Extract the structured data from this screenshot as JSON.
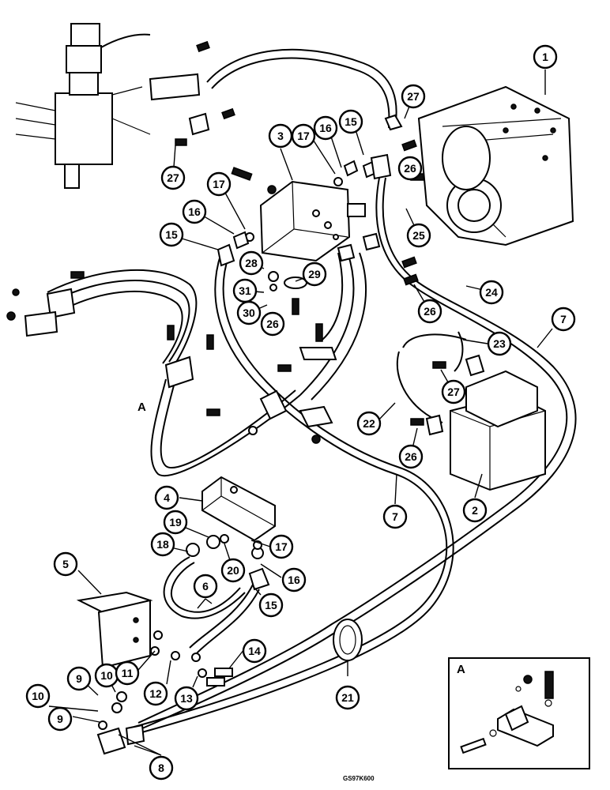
{
  "diagram": {
    "reference_code": "GS97K600",
    "inset_label": "A",
    "group_label": "A",
    "callouts": [
      {
        "id": "c1",
        "label": "1"
      },
      {
        "id": "c2",
        "label": "2"
      },
      {
        "id": "c3",
        "label": "3"
      },
      {
        "id": "c4",
        "label": "4"
      },
      {
        "id": "c5",
        "label": "5"
      },
      {
        "id": "c6",
        "label": "6"
      },
      {
        "id": "c7a",
        "label": "7"
      },
      {
        "id": "c7b",
        "label": "7"
      },
      {
        "id": "c8",
        "label": "8"
      },
      {
        "id": "c9a",
        "label": "9"
      },
      {
        "id": "c9b",
        "label": "9"
      },
      {
        "id": "c10a",
        "label": "10"
      },
      {
        "id": "c10b",
        "label": "10"
      },
      {
        "id": "c11",
        "label": "11"
      },
      {
        "id": "c12",
        "label": "12"
      },
      {
        "id": "c13",
        "label": "13"
      },
      {
        "id": "c14",
        "label": "14"
      },
      {
        "id": "c15a",
        "label": "15"
      },
      {
        "id": "c15b",
        "label": "15"
      },
      {
        "id": "c15c",
        "label": "15"
      },
      {
        "id": "c16a",
        "label": "16"
      },
      {
        "id": "c16b",
        "label": "16"
      },
      {
        "id": "c16c",
        "label": "16"
      },
      {
        "id": "c17a",
        "label": "17"
      },
      {
        "id": "c17b",
        "label": "17"
      },
      {
        "id": "c17c",
        "label": "17"
      },
      {
        "id": "c18",
        "label": "18"
      },
      {
        "id": "c19",
        "label": "19"
      },
      {
        "id": "c20",
        "label": "20"
      },
      {
        "id": "c21",
        "label": "21"
      },
      {
        "id": "c22",
        "label": "22"
      },
      {
        "id": "c23",
        "label": "23"
      },
      {
        "id": "c24",
        "label": "24"
      },
      {
        "id": "c25",
        "label": "25"
      },
      {
        "id": "c26a",
        "label": "26"
      },
      {
        "id": "c26b",
        "label": "26"
      },
      {
        "id": "c26c",
        "label": "26"
      },
      {
        "id": "c26d",
        "label": "26"
      },
      {
        "id": "c27a",
        "label": "27"
      },
      {
        "id": "c27b",
        "label": "27"
      },
      {
        "id": "c27c",
        "label": "27"
      },
      {
        "id": "c28",
        "label": "28"
      },
      {
        "id": "c29",
        "label": "29"
      },
      {
        "id": "c30",
        "label": "30"
      },
      {
        "id": "c31",
        "label": "31"
      }
    ]
  }
}
